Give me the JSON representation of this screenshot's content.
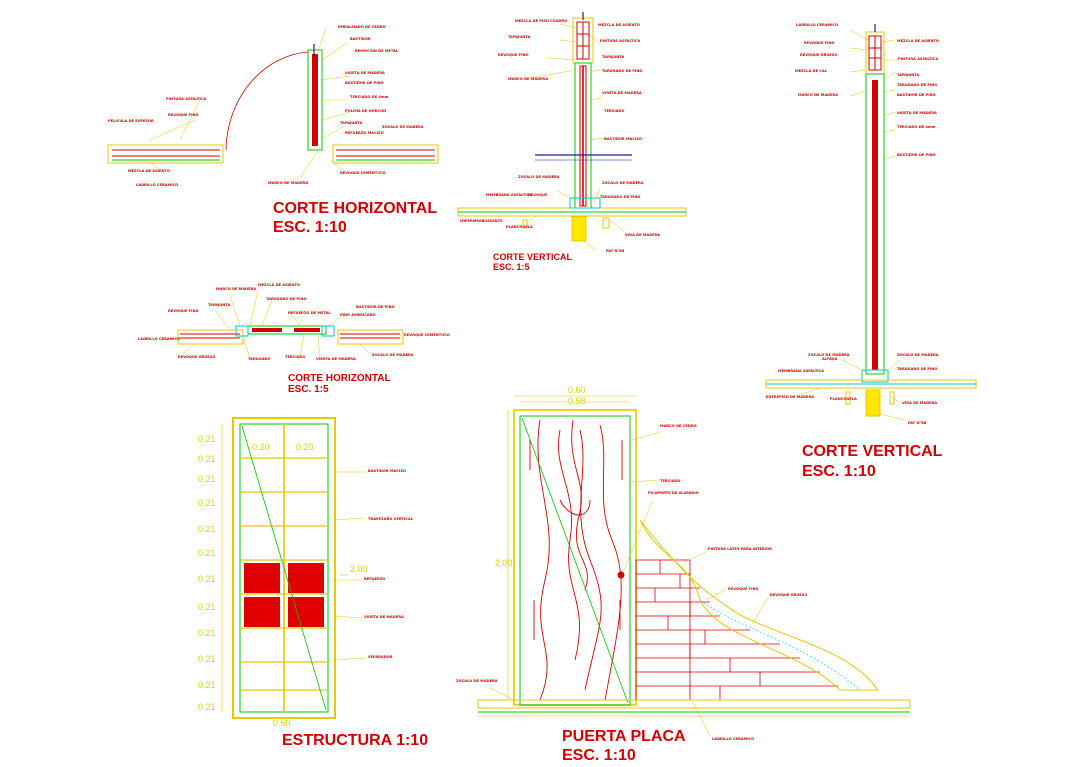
{
  "titles": {
    "corte_horizontal_10": "CORTE HORIZONTAL",
    "corte_horizontal_10_scale": "ESC. 1:10",
    "corte_vertical_5": "CORTE VERTICAL",
    "corte_vertical_5_scale": "ESC. 1:5",
    "corte_horizontal_5": "CORTE HORIZONTAL",
    "corte_horizontal_5_scale": "ESC. 1:5",
    "corte_vertical_10": "CORTE VERTICAL",
    "corte_vertical_10_scale": "ESC. 1:10",
    "estructura": "ESTRUCTURA  1:10",
    "puerta_placa": "PUERTA PLACA",
    "puerta_placa_scale": "ESC. 1:10"
  },
  "dimensions": {
    "door_width_outer": "0.60",
    "door_width_inner": "0.58",
    "door_height": "2.00",
    "structure_height": "2.00",
    "structure_width": "0.60",
    "structure_column": "0.21",
    "structure_panel_left": "0.20",
    "structure_panel_right": "0.20"
  },
  "legible_notes": {
    "marco": "MARCO DE CEDRO",
    "terciado": "TERCIADO",
    "picaporte": "PICAPORTE DE ALUMINIO"
  }
}
